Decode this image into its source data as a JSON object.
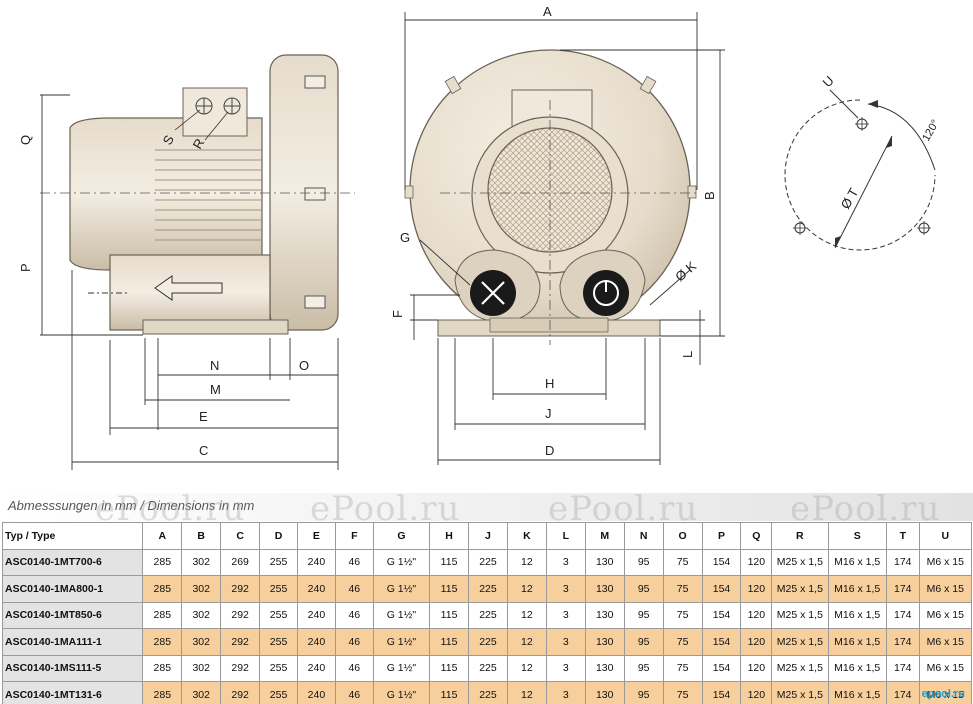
{
  "drawing": {
    "dimension_letters": {
      "A": "A",
      "B": "B",
      "C": "C",
      "D": "D",
      "E": "E",
      "F": "F",
      "G": "G",
      "H": "H",
      "J": "J",
      "K": "Ø K",
      "L": "L",
      "M": "M",
      "N": "N",
      "O": "O",
      "P": "P",
      "Q": "Q",
      "R": "R",
      "S": "S",
      "T": "Ø T",
      "U": "U",
      "angle": "120°"
    }
  },
  "caption": "Abmesssungen in mm / Dimensions in mm",
  "watermark": "ePool.ru",
  "logo": "epool.ru",
  "table": {
    "headers": [
      "Typ / Type",
      "A",
      "B",
      "C",
      "D",
      "E",
      "F",
      "G",
      "H",
      "J",
      "K",
      "L",
      "M",
      "N",
      "O",
      "P",
      "Q",
      "R",
      "S",
      "T",
      "U"
    ],
    "rows": [
      [
        "ASC0140-1MT700-6",
        "285",
        "302",
        "269",
        "255",
        "240",
        "46",
        "G 1½\"",
        "115",
        "225",
        "12",
        "3",
        "130",
        "95",
        "75",
        "154",
        "120",
        "M25 x 1,5",
        "M16 x 1,5",
        "174",
        "M6 x 15"
      ],
      [
        "ASC0140-1MA800-1",
        "285",
        "302",
        "292",
        "255",
        "240",
        "46",
        "G 1½\"",
        "115",
        "225",
        "12",
        "3",
        "130",
        "95",
        "75",
        "154",
        "120",
        "M25 x 1,5",
        "M16 x 1,5",
        "174",
        "M6 x 15"
      ],
      [
        "ASC0140-1MT850-6",
        "285",
        "302",
        "292",
        "255",
        "240",
        "46",
        "G 1½\"",
        "115",
        "225",
        "12",
        "3",
        "130",
        "95",
        "75",
        "154",
        "120",
        "M25 x 1,5",
        "M16 x 1,5",
        "174",
        "M6 x 15"
      ],
      [
        "ASC0140-1MA111-1",
        "285",
        "302",
        "292",
        "255",
        "240",
        "46",
        "G 1½\"",
        "115",
        "225",
        "12",
        "3",
        "130",
        "95",
        "75",
        "154",
        "120",
        "M25 x 1,5",
        "M16 x 1,5",
        "174",
        "M6 x 15"
      ],
      [
        "ASC0140-1MS111-5",
        "285",
        "302",
        "292",
        "255",
        "240",
        "46",
        "G 1½\"",
        "115",
        "225",
        "12",
        "3",
        "130",
        "95",
        "75",
        "154",
        "120",
        "M25 x 1,5",
        "M16 x 1,5",
        "174",
        "M6 x 15"
      ],
      [
        "ASC0140-1MT131-6",
        "285",
        "302",
        "292",
        "255",
        "240",
        "46",
        "G 1½\"",
        "115",
        "225",
        "12",
        "3",
        "130",
        "95",
        "75",
        "154",
        "120",
        "M25 x 1,5",
        "M16 x 1,5",
        "174",
        "M6 x 15"
      ]
    ]
  }
}
